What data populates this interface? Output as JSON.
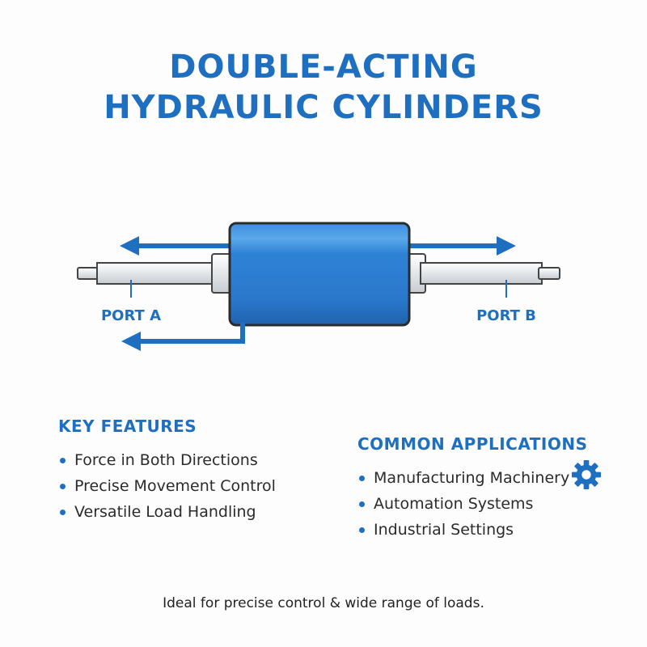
{
  "title": {
    "line1": "DOUBLE-ACTING",
    "line2": "HYDRAULIC CYLINDERS"
  },
  "diagram": {
    "port_a_label": "PORT A",
    "port_b_label": "PORT B"
  },
  "key_features": {
    "heading": "KEY FEATURES",
    "items": [
      "Force in Both Directions",
      "Precise Movement Control",
      "Versatile Load Handling"
    ]
  },
  "common_applications": {
    "heading": "COMMON APPLICATIONS",
    "items": [
      "Manufacturing Machinery",
      "Automation Systems",
      "Industrial Settings"
    ]
  },
  "footer": "Ideal for precise control & wide range of loads.",
  "colors": {
    "accent": "#1f6fc1",
    "cylinder_body": "#2b7fd4",
    "rod": "#e6e8ea"
  },
  "icons": [
    "gear-icon",
    "arrow-left-icon",
    "arrow-right-icon"
  ]
}
